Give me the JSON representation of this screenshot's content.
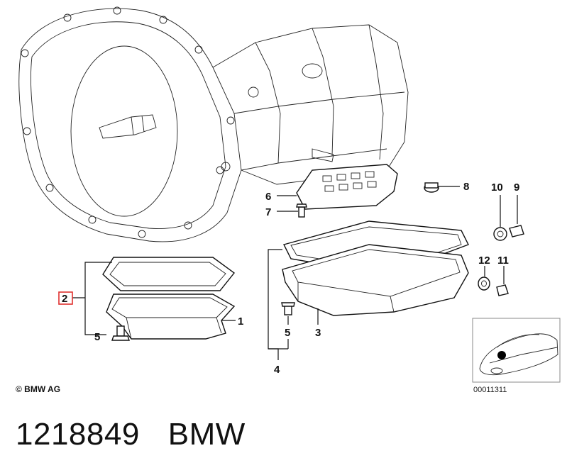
{
  "callouts": {
    "c1": "1",
    "c2": "2",
    "c3": "3",
    "c4": "4",
    "c5a": "5",
    "c5b": "5",
    "c6": "6",
    "c7": "7",
    "c8": "8",
    "c9": "9",
    "c10": "10",
    "c11": "11",
    "c12": "12"
  },
  "copyright": "© BMW AG",
  "figure_code": "00011311",
  "part_number": "1218849",
  "brand": "BMW",
  "highlight_color": "#e0312f"
}
